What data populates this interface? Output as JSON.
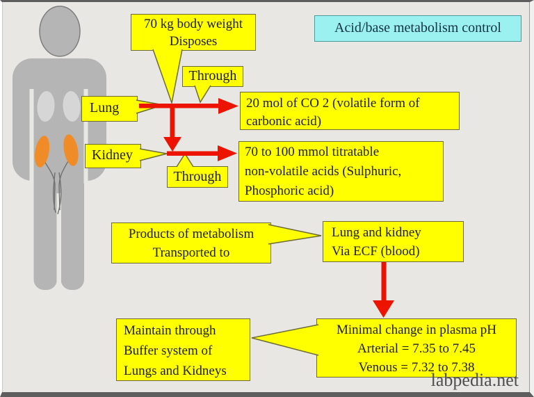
{
  "title_box": {
    "label": "Acid/base metabolism control"
  },
  "boxes": {
    "body_weight": {
      "lines": [
        "70 kg body weight",
        "Disposes"
      ]
    },
    "through_top": {
      "label": "Through"
    },
    "lung": {
      "label": "Lung"
    },
    "co2": {
      "lines": [
        "20 mol of CO 2 (volatile form of",
        "carbonic acid)"
      ]
    },
    "kidney": {
      "label": "Kidney"
    },
    "acids": {
      "lines": [
        "70 to 100 mmol titratable",
        "non-volatile acids (Sulphuric,",
        "Phosphoric acid)"
      ]
    },
    "through_bottom": {
      "label": "Through"
    },
    "products": {
      "lines": [
        "Products of metabolism",
        "Transported to"
      ]
    },
    "ecf": {
      "lines": [
        "Lung and kidney",
        "Via ECF (blood)"
      ]
    },
    "maintain": {
      "lines": [
        "Maintain through",
        "Buffer system of",
        "Lungs and Kidneys"
      ]
    },
    "ph": {
      "lines": [
        "Minimal change in plasma pH",
        "Arterial = 7.35 to 7.45",
        "Venous = 7.32 to 7.38"
      ]
    }
  },
  "watermark": "labpedia.net",
  "icons": {
    "figure": "human-body-silhouette",
    "lungs": "lungs-shape",
    "kidneys": "kidneys-shape"
  },
  "colors": {
    "background": "#E8E7E4",
    "box_fill": "#FFFF00",
    "box_border": "#6B6B35",
    "title_fill": "#9BF0F0",
    "title_border": "#4A9A9A",
    "arrow_red": "#EC1400",
    "body_gray": "#B5B5B5",
    "lung_gray": "#D6D6D6",
    "kidney_orange": "#F08C28"
  }
}
